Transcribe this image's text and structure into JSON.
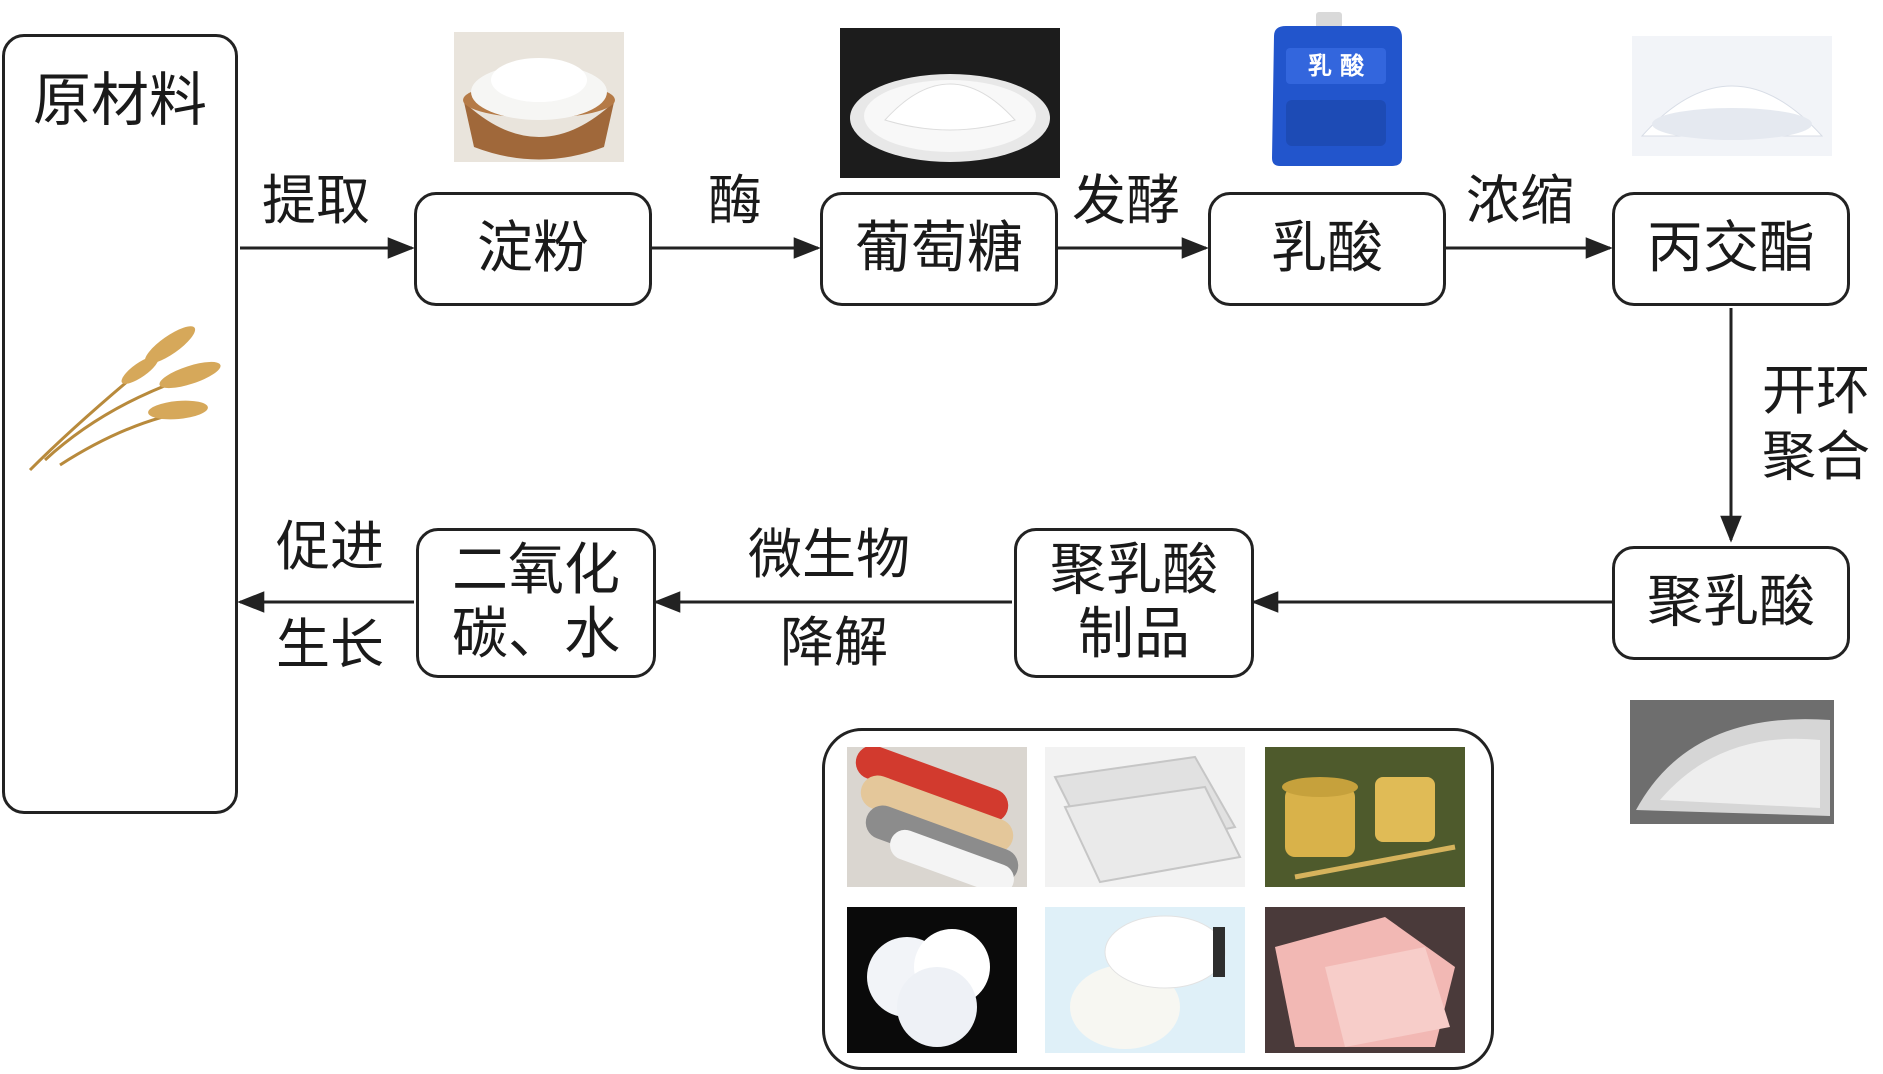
{
  "raw_material": "原材料",
  "nodes": {
    "starch": "淀粉",
    "glucose": "葡萄糖",
    "lactic_acid": "乳酸",
    "lactide": "丙交酯",
    "pla": "聚乳酸",
    "pla_products": "聚乳酸\n制品",
    "co2_water": "二氧化\n碳、水"
  },
  "edges": {
    "extract": "提取",
    "enzyme": "酶",
    "ferment": "发酵",
    "concentrate": "浓缩",
    "ring_open": "开环\n聚合",
    "microbe": "微生物",
    "degrade": "降解",
    "promote": "促进",
    "growth": "生长"
  },
  "jug_label": "乳  酸",
  "colors": {
    "line": "#222222",
    "jug": "#2255cc"
  }
}
